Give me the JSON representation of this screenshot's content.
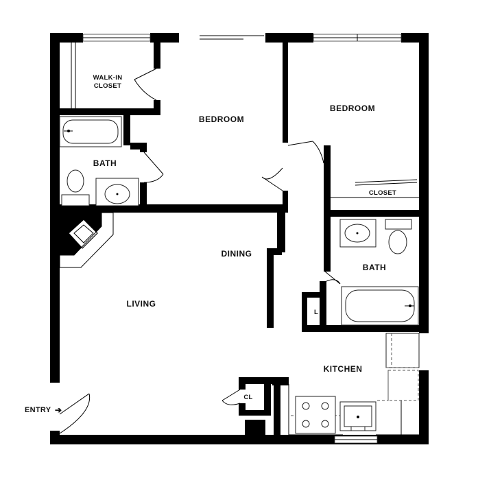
{
  "rooms": {
    "walk_in_closet": [
      "WALK-IN",
      "CLOSET"
    ],
    "bedroom_1": "BEDROOM",
    "bedroom_2": "BEDROOM",
    "bath_1": "BATH",
    "bath_2": "BATH",
    "closet": "CLOSET",
    "dining": "DINING",
    "living": "LIVING",
    "kitchen": "KITCHEN",
    "closet_cl": "CL",
    "linen_l": "L"
  },
  "entry": {
    "label": "ENTRY",
    "arrow": "➔"
  },
  "colors": {
    "wall": "#000000",
    "background": "#ffffff",
    "fixture_stroke": "#222222"
  }
}
